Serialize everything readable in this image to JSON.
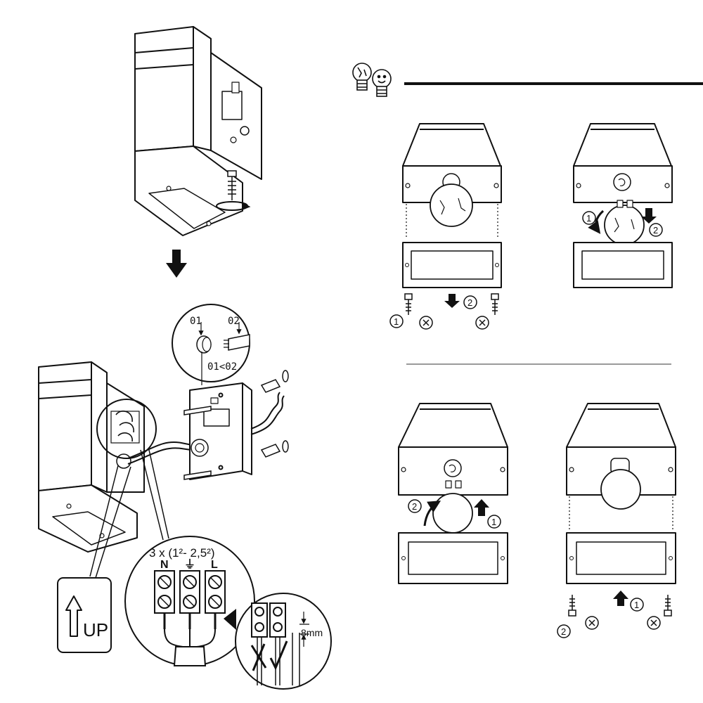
{
  "colors": {
    "ink": "#111111",
    "rule": "#9a9a9a",
    "paper": "#ffffff"
  },
  "install": {
    "cable_labels": {
      "d1": "01",
      "d2": "02",
      "relation": "01<02"
    },
    "wire_spec": "3 x (1²- 2,5²)",
    "terminals": [
      "N",
      "⏚",
      "L"
    ],
    "strip_length": "8mm",
    "mount_orientation": "UP",
    "icons": [
      "arrow-down-icon",
      "arrow-up-icon",
      "check-icon",
      "cross-icon",
      "screw-icon",
      "wall-plug-icon"
    ]
  },
  "lamp_header": {
    "icon": "lightbulb-pair-icon"
  },
  "lamp_steps": {
    "step_marks": [
      "1",
      "2"
    ],
    "icons": [
      "rotate-arrow-icon",
      "screw-icon",
      "bulb-icon",
      "push-arrow-icon"
    ]
  }
}
